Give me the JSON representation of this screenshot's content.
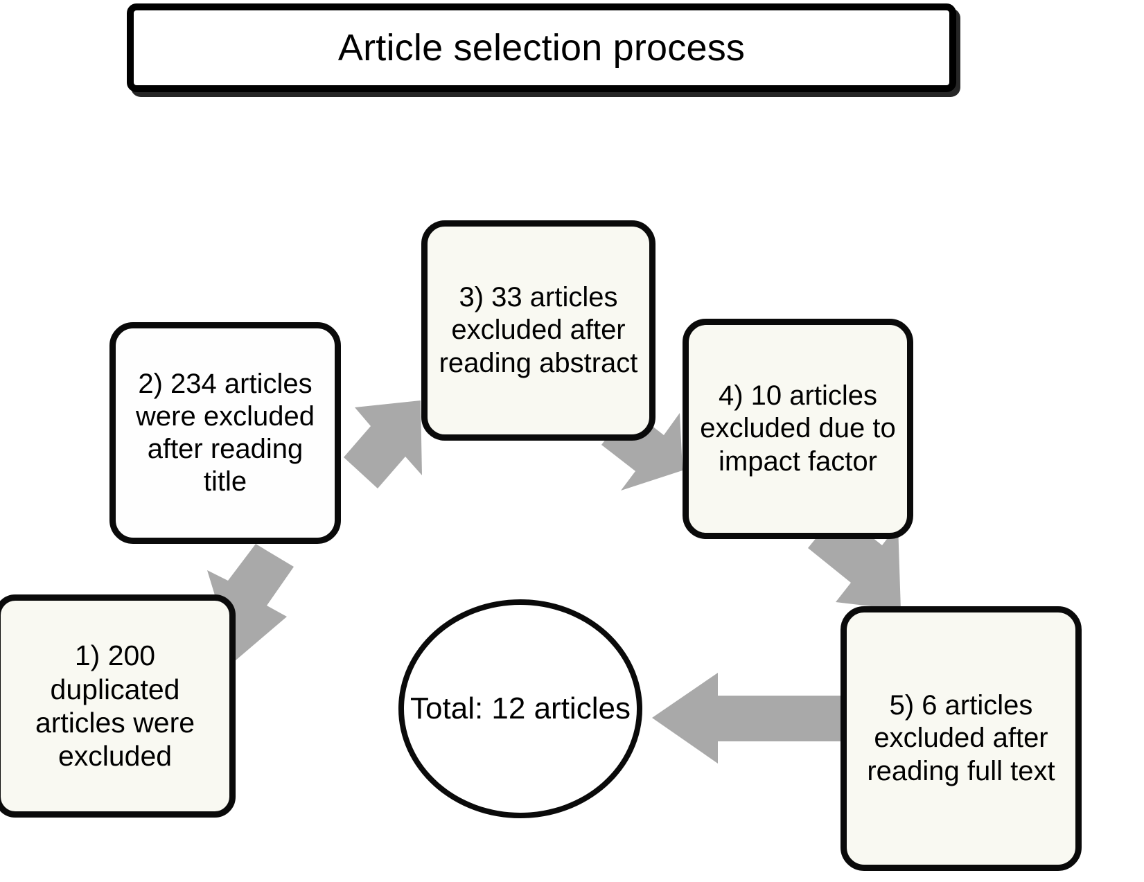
{
  "figure": {
    "title": "Article selection process",
    "type": "flowchart",
    "orientation": "clockwise-cycle"
  },
  "title_box": {
    "text": "Article selection process"
  },
  "nodes": [
    {
      "id": "node-1",
      "step": "1",
      "label": "1) 200 duplicated articles were excluded",
      "count": 200,
      "shape": "rounded-rectangle"
    },
    {
      "id": "node-2",
      "step": "2",
      "label": "2) 234 articles were excluded after reading title",
      "count": 234,
      "shape": "rounded-rectangle"
    },
    {
      "id": "node-3",
      "step": "3",
      "label": "3) 33 articles excluded after reading abstract",
      "count": 33,
      "shape": "rounded-rectangle"
    },
    {
      "id": "node-4",
      "step": "4",
      "label": "4) 10 articles excluded due to impact factor",
      "count": 10,
      "shape": "rounded-rectangle"
    },
    {
      "id": "node-5",
      "step": "5",
      "label": "5) 6 articles excluded after reading full text",
      "count": 6,
      "shape": "rounded-rectangle"
    }
  ],
  "result": {
    "id": "result-circle",
    "label": "Total: 12 articles",
    "count": 12,
    "shape": "circle"
  },
  "arrows": [
    {
      "id": "arrow-1-to-2",
      "from": "node-1",
      "to": "node-2",
      "direction": "up-right"
    },
    {
      "id": "arrow-2-to-3",
      "from": "node-2",
      "to": "node-3",
      "direction": "up-right"
    },
    {
      "id": "arrow-3-to-4",
      "from": "node-3",
      "to": "node-4",
      "direction": "down-right"
    },
    {
      "id": "arrow-4-to-5",
      "from": "node-4",
      "to": "node-5",
      "direction": "down-right"
    },
    {
      "id": "arrow-5-to-result",
      "from": "node-5",
      "to": "result-circle",
      "direction": "left"
    }
  ],
  "colors": {
    "background": "#ffffff",
    "node_fill": "#f9f9f2",
    "node_border": "#0a0a0a",
    "arrow_fill": "#a9a9a9",
    "text": "#000000"
  }
}
